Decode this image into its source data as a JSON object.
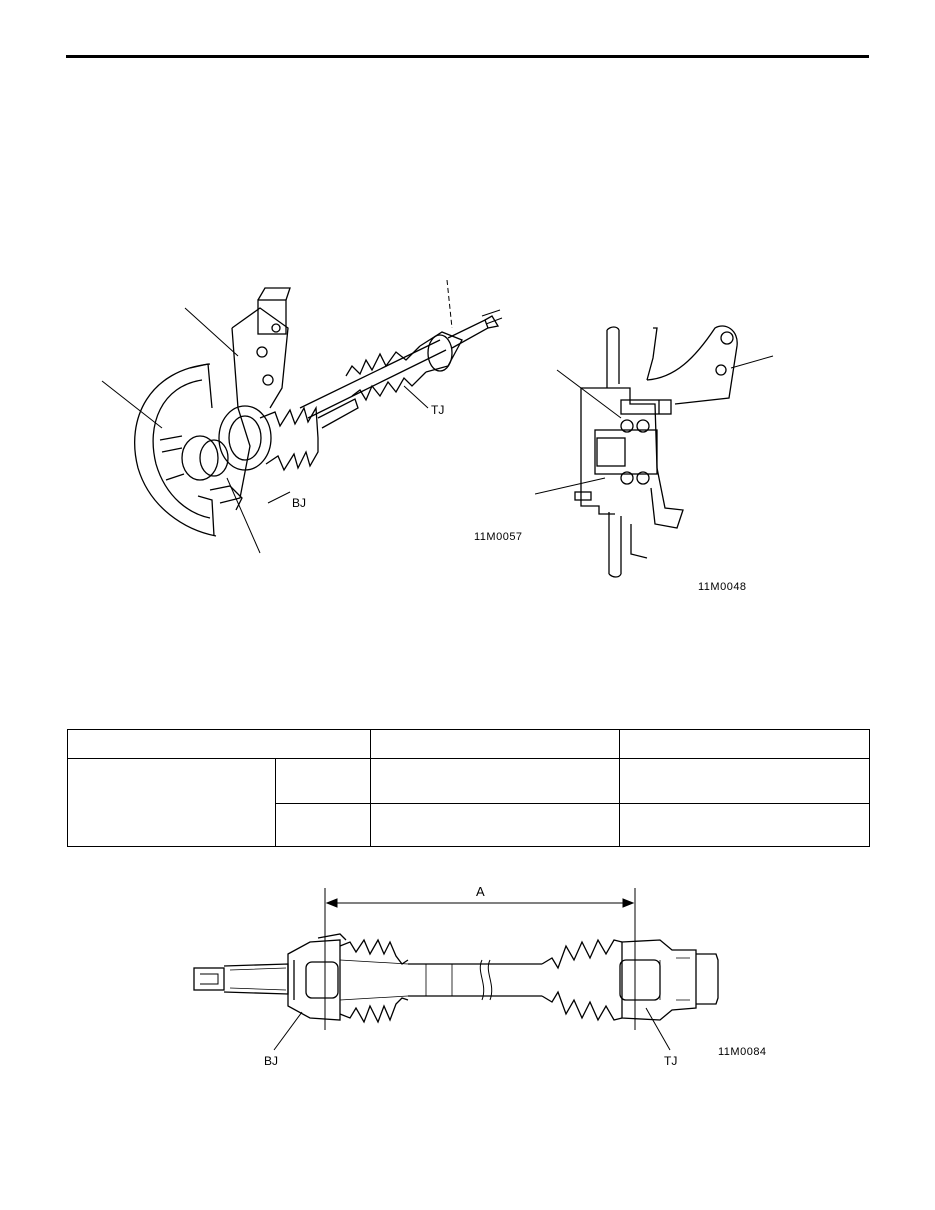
{
  "figures": {
    "fig1": {
      "code": "11M0057",
      "labels": {
        "tj": "TJ",
        "bj": "BJ"
      }
    },
    "fig2": {
      "code": "11M0048"
    },
    "fig3": {
      "code": "11M0084",
      "labels": {
        "dimension": "A",
        "bj": "BJ",
        "tj": "TJ"
      }
    }
  },
  "table": {
    "header": [
      "",
      "",
      ""
    ],
    "rows": [
      [
        "",
        "",
        "",
        ""
      ],
      [
        "",
        "",
        ""
      ]
    ]
  }
}
